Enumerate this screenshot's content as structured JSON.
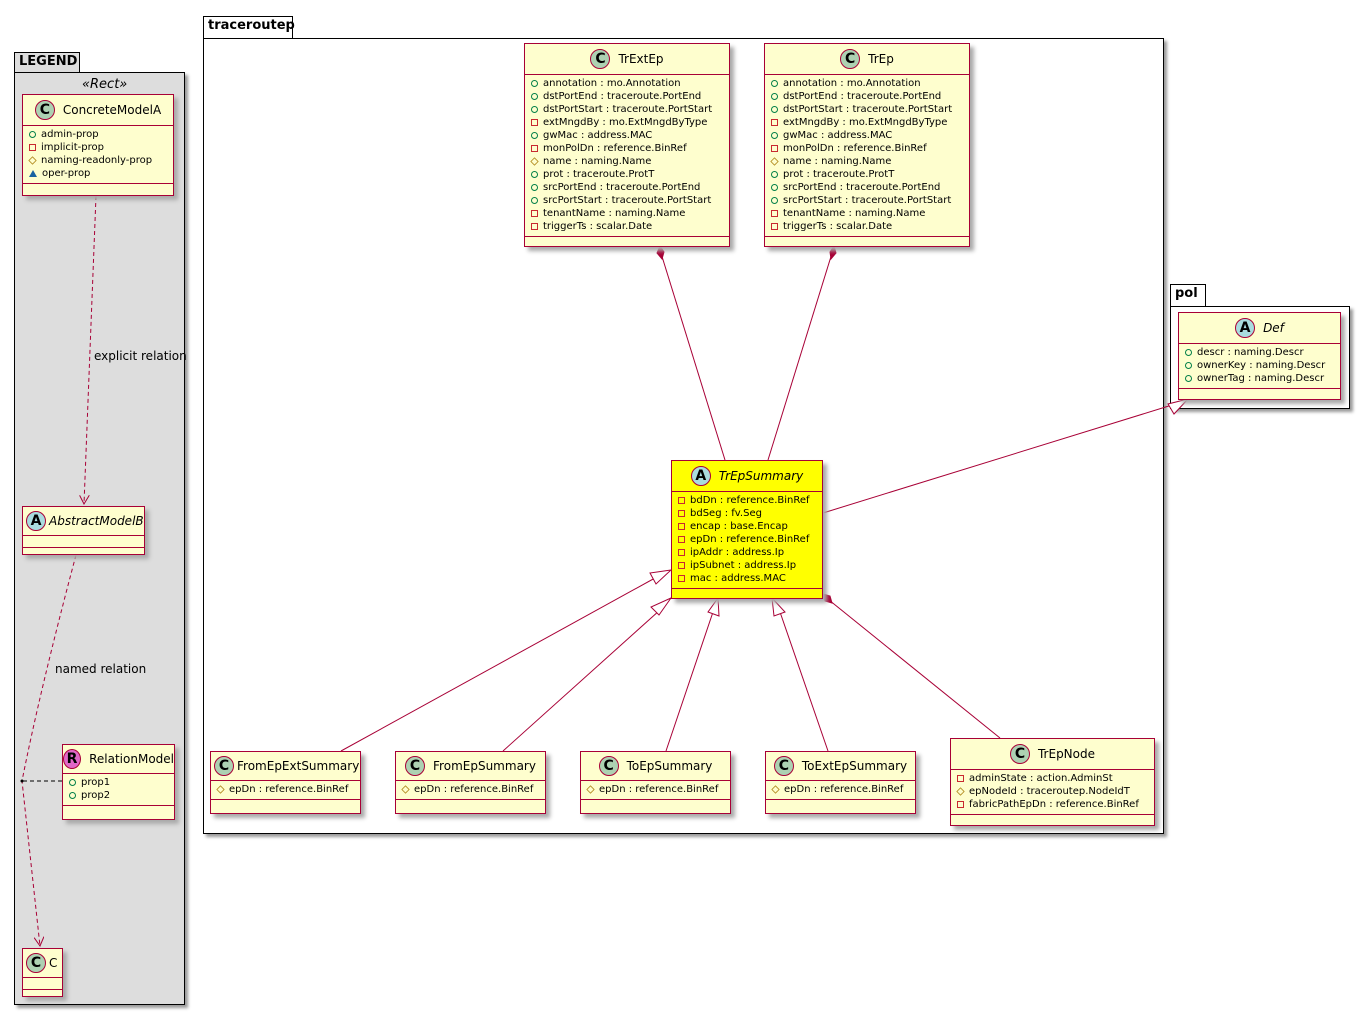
{
  "packages": {
    "legend": "LEGEND",
    "traceroutep": "traceroutep",
    "pol": "pol"
  },
  "legend": {
    "stereotype": "«Rect»",
    "explicit_relation": "explicit relation",
    "named_relation": "named relation"
  },
  "classes": {
    "ConcreteModelA": {
      "kind": "C",
      "name": "ConcreteModelA",
      "attrs": [
        [
          "+",
          "admin-prop"
        ],
        [
          "-",
          "implicit-prop"
        ],
        [
          "#",
          "naming-readonly-prop"
        ],
        [
          "~",
          "oper-prop"
        ]
      ]
    },
    "AbstractModelB": {
      "kind": "A",
      "name": "AbstractModelB",
      "italic": true,
      "attrs": []
    },
    "RelationModel": {
      "kind": "R",
      "name": "RelationModel",
      "attrs": [
        [
          "+",
          "prop1"
        ],
        [
          "+",
          "prop2"
        ]
      ]
    },
    "C": {
      "kind": "C",
      "name": "C",
      "attrs": []
    },
    "TrExtEp": {
      "kind": "C",
      "name": "TrExtEp",
      "attrs": [
        [
          "+",
          "annotation : mo.Annotation"
        ],
        [
          "+",
          "dstPortEnd : traceroute.PortEnd"
        ],
        [
          "+",
          "dstPortStart : traceroute.PortStart"
        ],
        [
          "-",
          "extMngdBy : mo.ExtMngdByType"
        ],
        [
          "+",
          "gwMac : address.MAC"
        ],
        [
          "-",
          "monPolDn : reference.BinRef"
        ],
        [
          "#",
          "name : naming.Name"
        ],
        [
          "+",
          "prot : traceroute.ProtT"
        ],
        [
          "+",
          "srcPortEnd : traceroute.PortEnd"
        ],
        [
          "+",
          "srcPortStart : traceroute.PortStart"
        ],
        [
          "-",
          "tenantName : naming.Name"
        ],
        [
          "-",
          "triggerTs : scalar.Date"
        ]
      ]
    },
    "TrEp": {
      "kind": "C",
      "name": "TrEp",
      "attrs": [
        [
          "+",
          "annotation : mo.Annotation"
        ],
        [
          "+",
          "dstPortEnd : traceroute.PortEnd"
        ],
        [
          "+",
          "dstPortStart : traceroute.PortStart"
        ],
        [
          "-",
          "extMngdBy : mo.ExtMngdByType"
        ],
        [
          "+",
          "gwMac : address.MAC"
        ],
        [
          "-",
          "monPolDn : reference.BinRef"
        ],
        [
          "#",
          "name : naming.Name"
        ],
        [
          "+",
          "prot : traceroute.ProtT"
        ],
        [
          "+",
          "srcPortEnd : traceroute.PortEnd"
        ],
        [
          "+",
          "srcPortStart : traceroute.PortStart"
        ],
        [
          "-",
          "tenantName : naming.Name"
        ],
        [
          "-",
          "triggerTs : scalar.Date"
        ]
      ]
    },
    "TrEpSummary": {
      "kind": "A",
      "name": "TrEpSummary",
      "italic": true,
      "highlight": "#ffff00",
      "attrs": [
        [
          "-",
          "bdDn : reference.BinRef"
        ],
        [
          "-",
          "bdSeg : fv.Seg"
        ],
        [
          "-",
          "encap : base.Encap"
        ],
        [
          "-",
          "epDn : reference.BinRef"
        ],
        [
          "-",
          "ipAddr : address.Ip"
        ],
        [
          "-",
          "ipSubnet : address.Ip"
        ],
        [
          "-",
          "mac : address.MAC"
        ]
      ]
    },
    "Def": {
      "kind": "A",
      "name": "Def",
      "italic": true,
      "attrs": [
        [
          "+",
          "descr : naming.Descr"
        ],
        [
          "+",
          "ownerKey : naming.Descr"
        ],
        [
          "+",
          "ownerTag : naming.Descr"
        ]
      ]
    },
    "FromEpExtSummary": {
      "kind": "C",
      "name": "FromEpExtSummary",
      "attrs": [
        [
          "#",
          "epDn : reference.BinRef"
        ]
      ]
    },
    "FromEpSummary": {
      "kind": "C",
      "name": "FromEpSummary",
      "attrs": [
        [
          "#",
          "epDn : reference.BinRef"
        ]
      ]
    },
    "ToEpSummary": {
      "kind": "C",
      "name": "ToEpSummary",
      "attrs": [
        [
          "#",
          "epDn : reference.BinRef"
        ]
      ]
    },
    "ToExtEpSummary": {
      "kind": "C",
      "name": "ToExtEpSummary",
      "attrs": [
        [
          "#",
          "epDn : reference.BinRef"
        ]
      ]
    },
    "TrEpNode": {
      "kind": "C",
      "name": "TrEpNode",
      "attrs": [
        [
          "-",
          "adminState : action.AdminSt"
        ],
        [
          "#",
          "epNodeId : traceroutep.NodeIdT"
        ],
        [
          "-",
          "fabricPathEpDn : reference.BinRef"
        ]
      ]
    }
  },
  "colors": {
    "border": "#a80036",
    "class_fill": "#fefece",
    "legend_fill": "#dddddd",
    "C": "#add1b2",
    "A": "#a9dcdf",
    "R": "#e067c8"
  }
}
